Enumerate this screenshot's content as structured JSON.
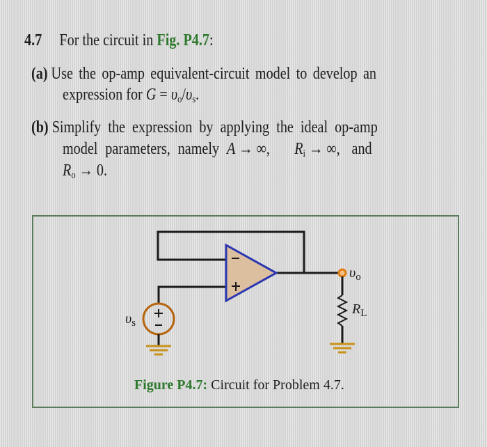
{
  "problem": {
    "number": "4.7",
    "intro_text": "For the circuit in ",
    "figure_ref": "Fig. P4.7",
    "intro_end": ":",
    "parts": [
      {
        "label": "(a)",
        "line1": "Use the op-amp equivalent-circuit model to develop an",
        "line2_prefix": "expression for ",
        "expression": {
          "lhs": "G",
          "eq": " = ",
          "num_var": "υ",
          "num_sub": "o",
          "slash": "/",
          "den_var": "υ",
          "den_sub": "s",
          "end": "."
        }
      },
      {
        "label": "(b)",
        "line1": "Simplify the expression by applying the ideal op-amp",
        "line2_prefix": "model parameters, namely ",
        "param_A": "A",
        "arrow": "→",
        "infinity": "∞",
        "comma": ",",
        "param_Ri_var": "R",
        "param_Ri_sub": "i",
        "and_word": "and",
        "param_Ro_var": "R",
        "param_Ro_sub": "o",
        "zero": "0."
      }
    ]
  },
  "figure": {
    "caption_label": "Figure P4.7:",
    "caption_text": " Circuit for Problem 4.7.",
    "labels": {
      "source_var": "υ",
      "source_sub": "s",
      "output_var": "υ",
      "output_sub": "o",
      "load_var": "R",
      "load_sub": "L",
      "opamp_minus": "−",
      "opamp_plus": "+",
      "source_plus": "+",
      "source_minus": "−"
    },
    "colors": {
      "opamp_fill": "#dcbf9f",
      "opamp_stroke": "#2a35b0",
      "source_stroke": "#b5650f",
      "ground_stroke": "#c9921a",
      "node_fill": "#e07d12",
      "wire": "#1a1a1a",
      "green_text": "#2e7a2e",
      "border": "#5c7a5c"
    }
  }
}
